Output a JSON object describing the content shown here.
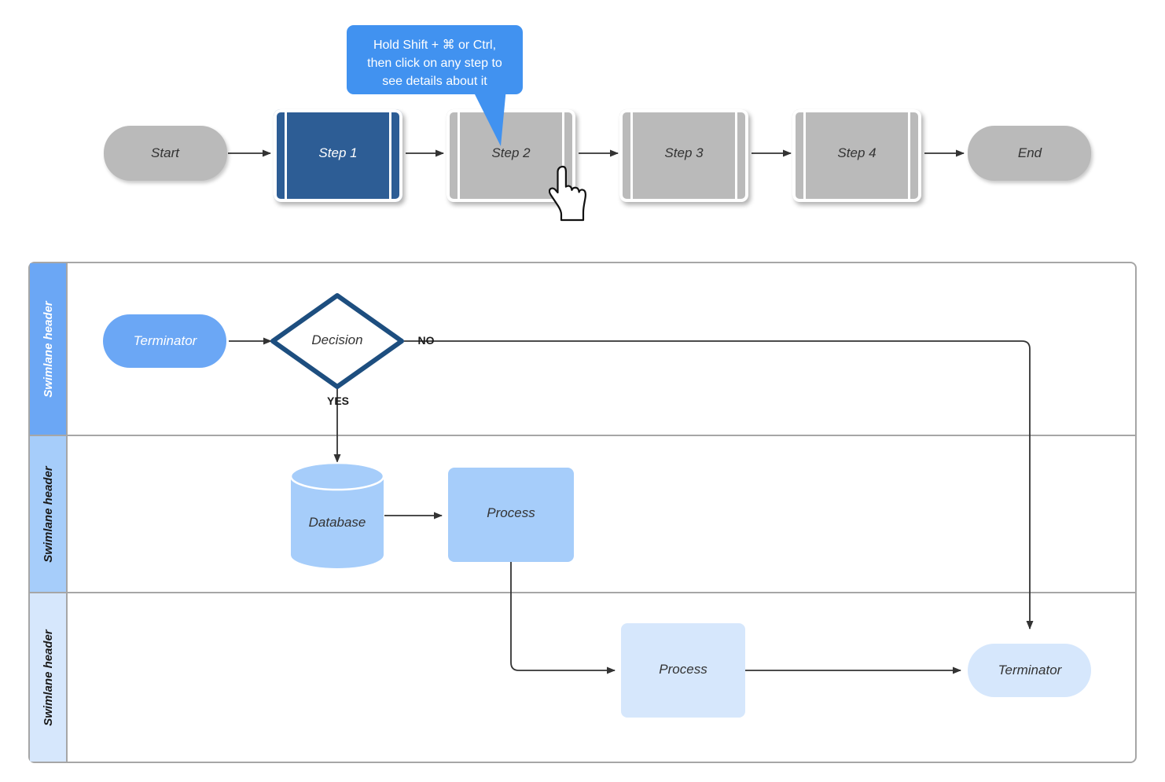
{
  "tooltip": {
    "name": "shortcut-hint-tooltip",
    "line1": "Hold Shift + ⌘ or Ctrl,",
    "line2": "then click on any step to",
    "line3": "see details about it",
    "bg_color": "#4192f0",
    "text_color": "#ffffff"
  },
  "top_flow": {
    "nodes": [
      {
        "id": "start",
        "label": "Start",
        "shape": "terminator",
        "fill": "#bababa",
        "text_color": "#333333",
        "selected": false
      },
      {
        "id": "step1",
        "label": "Step 1",
        "shape": "predefined-process",
        "fill": "#2d5d95",
        "text_color": "#ffffff",
        "selected": true
      },
      {
        "id": "step2",
        "label": "Step 2",
        "shape": "predefined-process",
        "fill": "#bababa",
        "text_color": "#333333",
        "selected": false
      },
      {
        "id": "step3",
        "label": "Step 3",
        "shape": "predefined-process",
        "fill": "#bababa",
        "text_color": "#333333",
        "selected": false
      },
      {
        "id": "step4",
        "label": "Step 4",
        "shape": "predefined-process",
        "fill": "#bababa",
        "text_color": "#333333",
        "selected": false
      },
      {
        "id": "end",
        "label": "End",
        "shape": "terminator",
        "fill": "#bababa",
        "text_color": "#333333",
        "selected": false
      }
    ],
    "connector_count": 5,
    "cursor": {
      "name": "pointing-hand-cursor",
      "over_node": "step2"
    }
  },
  "swimlane": {
    "lanes": [
      {
        "id": "lane-1",
        "header": "Swimlane header",
        "header_fill": "#6ba7f5",
        "header_text_color": "#ffffff"
      },
      {
        "id": "lane-2",
        "header": "Swimlane header",
        "header_fill": "#a6cdfa",
        "header_text_color": "#1a1a1a"
      },
      {
        "id": "lane-3",
        "header": "Swimlane header",
        "header_fill": "#d6e7fc",
        "header_text_color": "#1a1a1a"
      }
    ],
    "nodes": [
      {
        "id": "terminator-1",
        "label": "Terminator",
        "shape": "terminator",
        "lane": "lane-1",
        "fill": "#6ba7f5",
        "text_color": "#ffffff"
      },
      {
        "id": "decision-1",
        "label": "Decision",
        "shape": "decision",
        "lane": "lane-1",
        "fill": "#ffffff",
        "stroke": "#1d4e7f",
        "text_color": "#333333"
      },
      {
        "id": "database-1",
        "label": "Database",
        "shape": "database",
        "lane": "lane-2",
        "fill": "#a6cdfa",
        "text_color": "#333333"
      },
      {
        "id": "process-1",
        "label": "Process",
        "shape": "process",
        "lane": "lane-2",
        "fill": "#a6cdfa",
        "text_color": "#333333"
      },
      {
        "id": "process-2",
        "label": "Process",
        "shape": "process",
        "lane": "lane-3",
        "fill": "#d6e7fc",
        "text_color": "#333333"
      },
      {
        "id": "terminator-2",
        "label": "Terminator",
        "shape": "terminator",
        "lane": "lane-3",
        "fill": "#d6e7fc",
        "text_color": "#333333"
      }
    ],
    "edge_labels": {
      "yes": "YES",
      "no": "NO"
    },
    "border_color": "#a6a6a6",
    "connector_color": "#333333"
  }
}
